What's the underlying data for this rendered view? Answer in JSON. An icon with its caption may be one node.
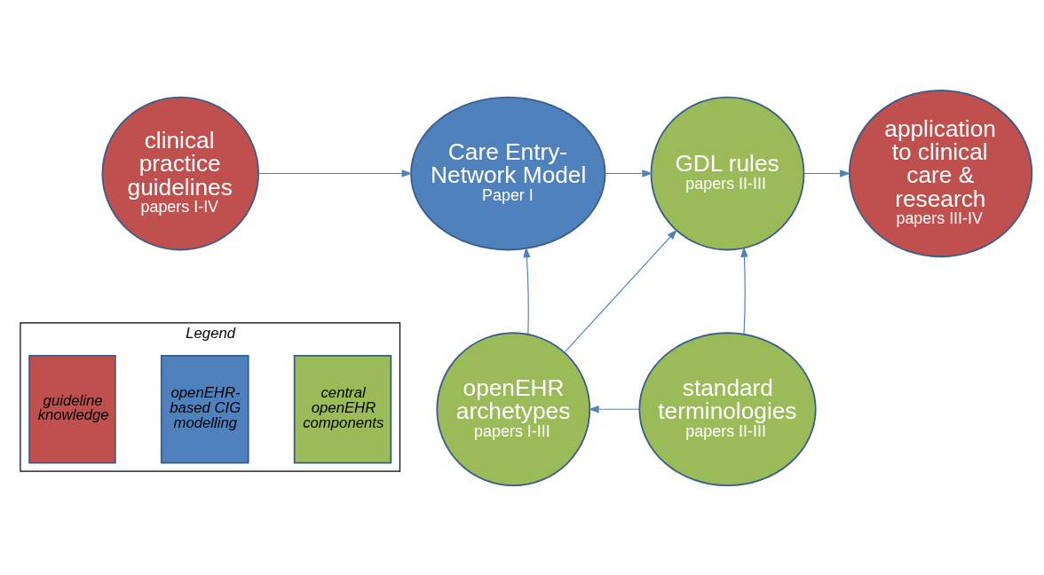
{
  "diagram": {
    "nodes": [
      {
        "text": [
          "clinical practice guidelines",
          "papers I-IV"
        ]
      },
      {
        "text": [
          "Care Entry-Network Model",
          "Paper I"
        ]
      },
      {
        "text": [
          "GDL rules",
          "papers II-III"
        ]
      },
      {
        "text": [
          "application to clinical care & research",
          "papers III-IV"
        ]
      },
      {
        "text": [
          "openEHR archetypes",
          "papers I-III"
        ]
      },
      {
        "text": [
          "standard terminologies",
          "papers II-III"
        ]
      },
      {
        "text": [
          "Legend"
        ]
      }
    ],
    "edges": [
      {
        "from": 0,
        "to": 1,
        "arrow": "to"
      },
      {
        "from": 1,
        "to": 2,
        "arrow": "to"
      },
      {
        "from": 2,
        "to": 3,
        "arrow": "to"
      },
      {
        "from": 4,
        "to": 1,
        "arrow": "to"
      },
      {
        "from": 4,
        "to": 2,
        "arrow": "to"
      },
      {
        "from": 5,
        "to": 2,
        "arrow": "to"
      },
      {
        "from": 5,
        "to": 4,
        "arrow": "to"
      }
    ],
    "legend": [
      {
        "text": "guideline knowledge",
        "color": "#c0504d"
      },
      {
        "text": "openEHR-based CIG modelling",
        "color": "#4f81bd"
      },
      {
        "text": "central openEHR components",
        "color": "#9bbb59"
      }
    ]
  }
}
